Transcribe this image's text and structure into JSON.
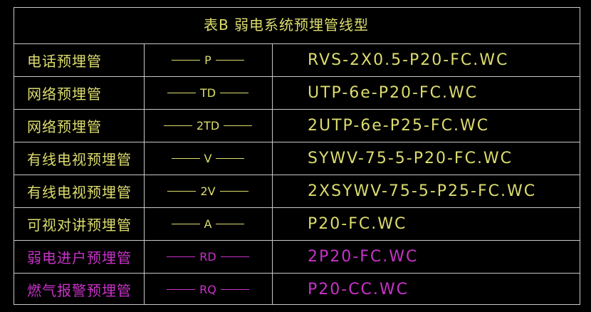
{
  "title": "表B  弱电系统预埋管线型",
  "colors": {
    "yellow": "#dcdc6e",
    "magenta": "#c832c8",
    "border": "#c8c8c8"
  },
  "rows": [
    {
      "name": "电话预埋管",
      "symbol": "P",
      "spec": "RVS-2X0.5-P20-FC.WC",
      "color": "#dcdc6e"
    },
    {
      "name": "网络预埋管",
      "symbol": "TD",
      "spec": "UTP-6e-P20-FC.WC",
      "color": "#dcdc6e"
    },
    {
      "name": "网络预埋管",
      "symbol": "2TD",
      "spec": "2UTP-6e-P25-FC.WC",
      "color": "#dcdc6e"
    },
    {
      "name": "有线电视预埋管",
      "symbol": "V",
      "spec": "SYWV-75-5-P20-FC.WC",
      "color": "#dcdc6e"
    },
    {
      "name": "有线电视预埋管",
      "symbol": "2V",
      "spec": "2XSYWV-75-5-P25-FC.WC",
      "color": "#dcdc6e"
    },
    {
      "name": "可视对讲预埋管",
      "symbol": "A",
      "spec": "P20-FC.WC",
      "color": "#dcdc6e"
    },
    {
      "name": "弱电进户预埋管",
      "symbol": "RD",
      "spec": "2P20-FC.WC",
      "color": "#c832c8"
    },
    {
      "name": "燃气报警预埋管",
      "symbol": "RQ",
      "spec": "P20-CC.WC",
      "color": "#c832c8"
    }
  ]
}
